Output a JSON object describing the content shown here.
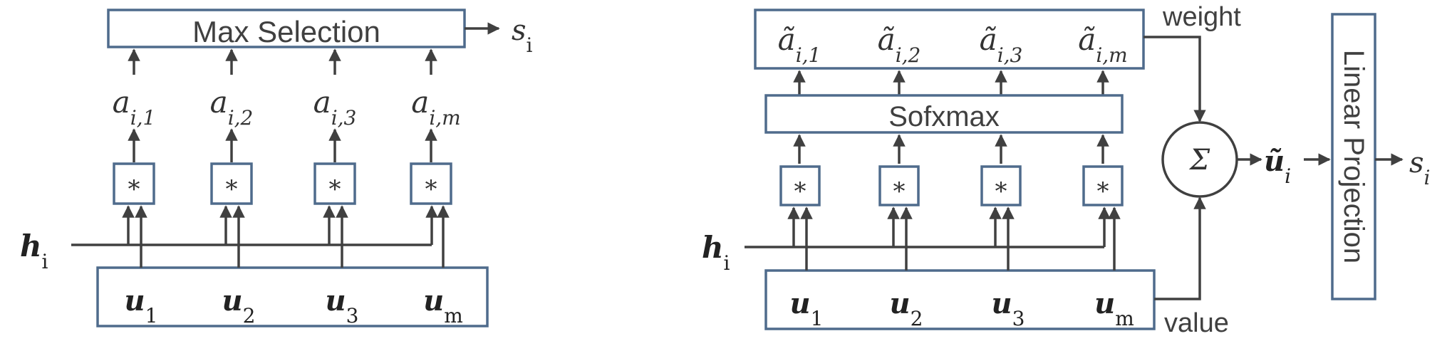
{
  "left": {
    "top_box_label": "Max Selection",
    "output_symbol": "s",
    "output_subscript": "i",
    "attention_labels": [
      {
        "base": "a",
        "sub": "i,1"
      },
      {
        "base": "a",
        "sub": "i,2"
      },
      {
        "base": "a",
        "sub": "i,3"
      },
      {
        "base": "a",
        "sub": "i,m"
      }
    ],
    "op_symbol": "*",
    "query": {
      "base": "h",
      "sub": "i"
    },
    "units": [
      {
        "base": "u",
        "sub": "1"
      },
      {
        "base": "u",
        "sub": "2"
      },
      {
        "base": "u",
        "sub": "3"
      },
      {
        "base": "u",
        "sub": "m"
      }
    ]
  },
  "right": {
    "weight_labels": [
      {
        "base": "ã",
        "sub": "i,1"
      },
      {
        "base": "ã",
        "sub": "i,2"
      },
      {
        "base": "ã",
        "sub": "i,3"
      },
      {
        "base": "ã",
        "sub": "i,m"
      }
    ],
    "softmax_label": "Sofxmax",
    "op_symbol": "*",
    "query": {
      "base": "h",
      "sub": "i"
    },
    "units": [
      {
        "base": "u",
        "sub": "1"
      },
      {
        "base": "u",
        "sub": "2"
      },
      {
        "base": "u",
        "sub": "3"
      },
      {
        "base": "u",
        "sub": "m"
      }
    ],
    "weight_text": "weight",
    "value_text": "value",
    "sum_symbol": "Σ",
    "context": {
      "base": "ũ",
      "sub": "i"
    },
    "projection_label": "Linear Projection",
    "output_symbol": "s",
    "output_subscript": "i"
  }
}
